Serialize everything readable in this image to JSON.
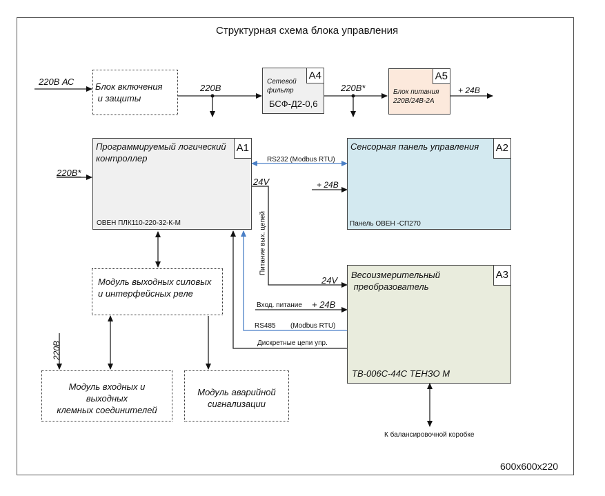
{
  "title": "Структурная схема блока  управления",
  "dimensions_label": "600x600x220",
  "colors": {
    "plc_fill": "#f0f0f0",
    "filter_fill": "#f0f0f0",
    "psu_fill": "#fce9dc",
    "panel_fill": "#d3e9f0",
    "weigh_fill": "#e9ecdd",
    "interface_line": "#4a7fc6",
    "line": "#222222"
  },
  "blocks": {
    "power_switch": {
      "text_line1": "Блок включения",
      "text_line2": " и защиты"
    },
    "filter": {
      "tag": "А4",
      "text_line1": "Сетевой",
      "text_line2": "фильтр",
      "model": "БСФ-Д2-0,6"
    },
    "psu": {
      "tag": "А5",
      "text_line1": "Блок питания",
      "text_line2": "220В/24В-2А"
    },
    "plc": {
      "tag": "А1",
      "text_line1": "Программируемый логический",
      "text_line2": "контроллер",
      "model": "ОВЕН ПЛК110-220-32-К-М"
    },
    "panel": {
      "tag": "А2",
      "text": "Сенсорная панель управления",
      "model": "Панель ОВЕН -СП270"
    },
    "weigh": {
      "tag": "А3",
      "text_line1": "Весоизмерительный",
      "text_line2": " преобразователь",
      "model": "ТВ-006С-44С ТЕНЗО М"
    },
    "relay": {
      "text_line1": "Модуль выходных силовых",
      "text_line2": "и интерфейсных реле"
    },
    "terminals": {
      "text_line1": "Модуль входных и",
      "text_line2": "выходных",
      "text_line3": "клемных соединителей"
    },
    "alarm": {
      "text_line1": "Модуль аварийной",
      "text_line2": "сигнализации"
    }
  },
  "labels": {
    "input_ac": "220В  АС",
    "after_switch": "220В",
    "after_filter": "220В*",
    "psu_out": "+ 24В",
    "plc_in": "220В*",
    "rs232": "RS232  (Modbus RTU)",
    "plc_24v": "24V",
    "panel_24v": "+ 24В",
    "vertical_power": "Питание вых. цепей",
    "weigh_24v": "24V",
    "weigh_power_text": "Вход. питание",
    "weigh_power_val": "+ 24В",
    "rs485": "RS485",
    "rs485_proto": "(Modbus RTU)",
    "discrete": "Дискретные цепи упр.",
    "terminals_220": "220В",
    "balance_box": "К балансировочной коробке"
  }
}
